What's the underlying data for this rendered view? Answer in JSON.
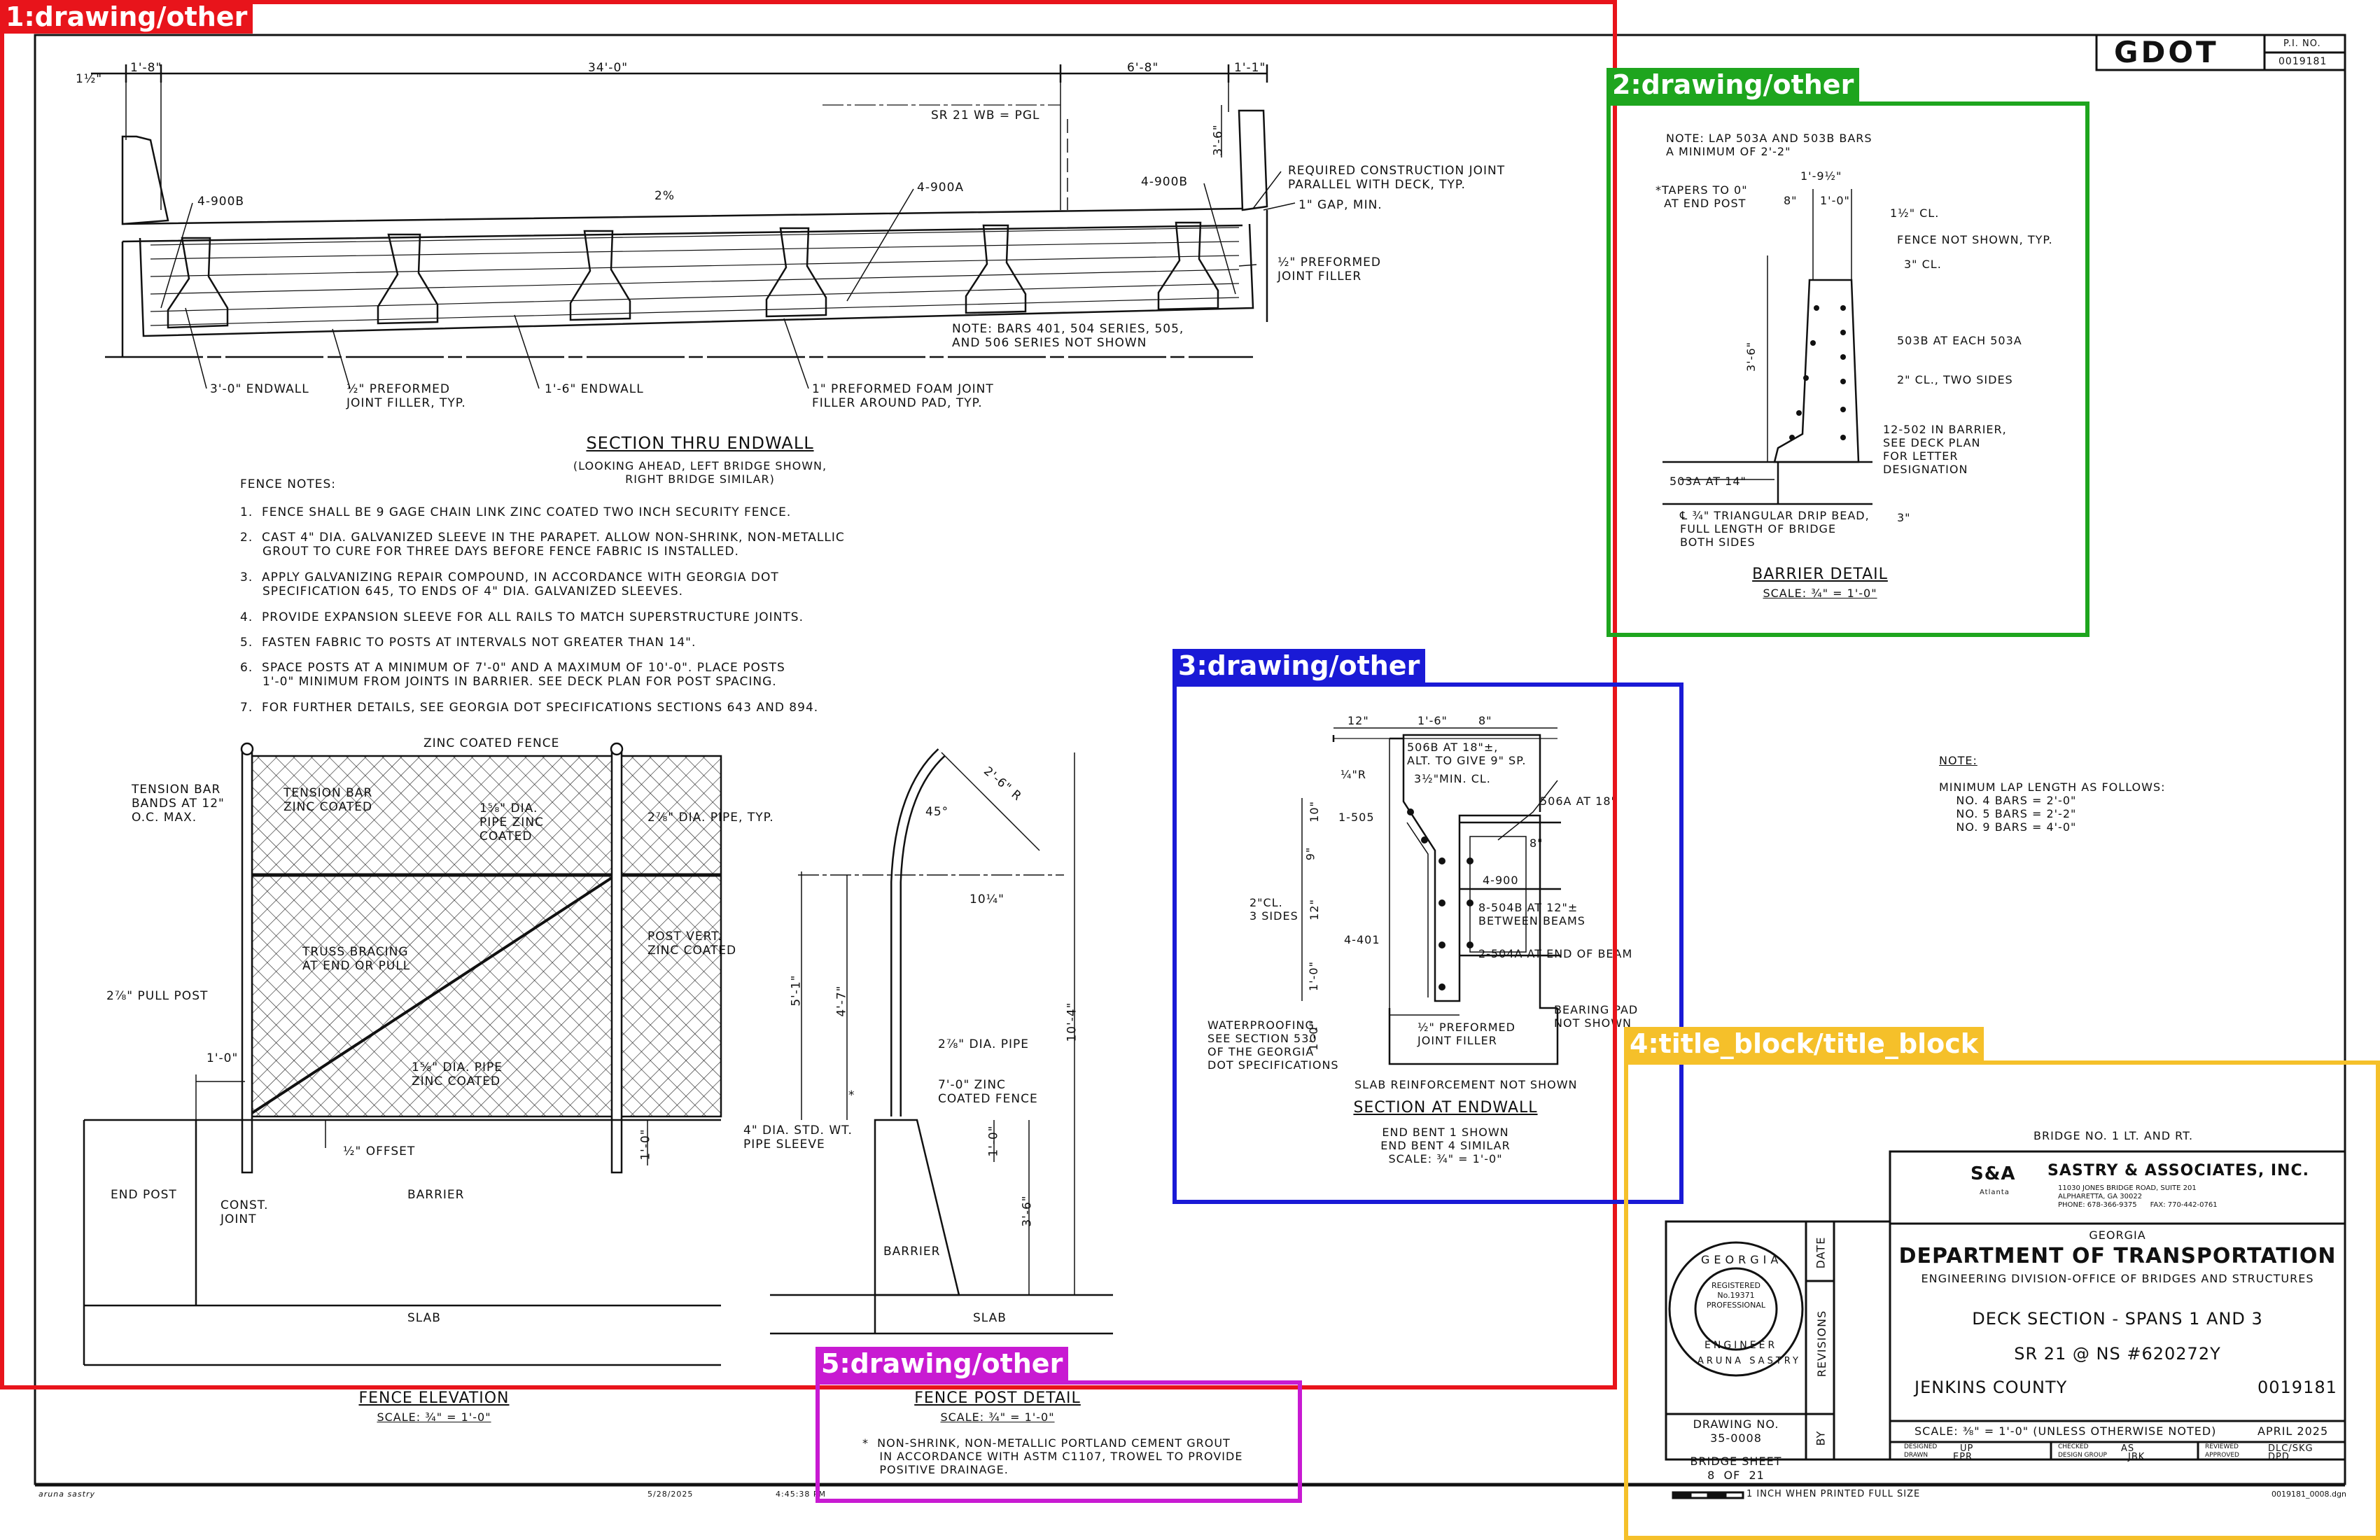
{
  "header": {
    "logo": "GDOT",
    "pi_label": "P.I. NO.",
    "pi_number": "0019181"
  },
  "section_endwall": {
    "dims": [
      "1½\"",
      "1'-8\"",
      "34'-0\"",
      "6'-8\"",
      "1'-1\""
    ],
    "pgl": "SR 21 WB = PGL",
    "slope": "2%",
    "labels": [
      "4-900B",
      "4-900A",
      "4-900B",
      "3'-6\"",
      "REQUIRED CONSTRUCTION JOINT\nPARALLEL WITH DECK, TYP.",
      "1\" GAP, MIN.",
      "½\" PREFORMED\nJOINT FILLER",
      "NOTE: BARS 401, 504 SERIES, 505,\nAND 506 SERIES NOT SHOWN",
      "3'-0\" ENDWALL",
      "½\" PREFORMED\nJOINT FILLER, TYP.",
      "1'-6\" ENDWALL",
      "1\" PREFORMED FOAM JOINT\nFILLER AROUND PAD, TYP."
    ],
    "title": "SECTION THRU ENDWALL",
    "subtitle": "(LOOKING AHEAD, LEFT BRIDGE SHOWN,\nRIGHT BRIDGE SIMILAR)"
  },
  "fence_notes": {
    "heading": "FENCE NOTES:",
    "items": [
      "1.  FENCE SHALL BE 9 GAGE CHAIN LINK ZINC COATED TWO INCH SECURITY FENCE.",
      "2.  CAST 4\" DIA. GALVANIZED SLEEVE IN THE PARAPET. ALLOW NON-SHRINK, NON-METALLIC\n     GROUT TO CURE FOR THREE DAYS BEFORE FENCE FABRIC IS INSTALLED.",
      "3.  APPLY GALVANIZING REPAIR COMPOUND, IN ACCORDANCE WITH GEORGIA DOT\n     SPECIFICATION 645, TO ENDS OF 4\" DIA. GALVANIZED SLEEVES.",
      "4.  PROVIDE EXPANSION SLEEVE FOR ALL RAILS TO MATCH SUPERSTRUCTURE JOINTS.",
      "5.  FASTEN FABRIC TO POSTS AT INTERVALS NOT GREATER THAN 14\".",
      "6.  SPACE POSTS AT A MINIMUM OF 7'-0\" AND A MAXIMUM OF 10'-0\". PLACE POSTS\n     1'-0\" MINIMUM FROM JOINTS IN BARRIER. SEE DECK PLAN FOR POST SPACING.",
      "7.  FOR FURTHER DETAILS, SEE GEORGIA DOT SPECIFICATIONS SECTIONS 643 AND 894."
    ]
  },
  "fence_elevation": {
    "labels": [
      "ZINC COATED FENCE",
      "TENSION BAR\nBANDS AT 12\"\nO.C. MAX.",
      "TENSION BAR\nZINC COATED",
      "1⅝\" DIA.\nPIPE ZINC\nCOATED",
      "2⅞\" DIA. PIPE, TYP.",
      "TRUSS BRACING\nAT END OR PULL",
      "POST VERT.\nZINC COATED",
      "2⅞\" PULL POST",
      "1⅝\" DIA. PIPE\nZINC COATED",
      "1'-0\"",
      "½\" OFFSET",
      "1'-0\"",
      "END POST",
      "CONST.\nJOINT",
      "BARRIER",
      "SLAB"
    ],
    "title": "FENCE ELEVATION",
    "scale": "SCALE: ¾\" = 1'-0\""
  },
  "fence_post": {
    "labels": [
      "2'-6\" R",
      "45°",
      "10¼\"",
      "5'-1\"",
      "4'-7\"",
      "10'-4\"",
      "2⅞\" DIA. PIPE",
      "7'-0\" ZINC\nCOATED FENCE",
      "4\" DIA. STD. WT.\nPIPE SLEEVE",
      "1'-0\"",
      "3'-6\"",
      "BARRIER",
      "SLAB",
      "*"
    ],
    "title": "FENCE POST DETAIL",
    "scale": "SCALE: ¾\" = 1'-0\"",
    "note": "*  NON-SHRINK, NON-METALLIC PORTLAND CEMENT GROUT\n    IN ACCORDANCE WITH ASTM C1107, TROWEL TO PROVIDE\n    POSITIVE DRAINAGE."
  },
  "barrier_detail": {
    "note": "NOTE: LAP 503A AND 503B BARS\nA MINIMUM OF 2'-2\"",
    "labels": [
      "1'-9½\"",
      "*TAPERS TO 0\"\n  AT END POST",
      "8\"",
      "1'-0\"",
      "1½\" CL.",
      "FENCE NOT SHOWN, TYP.",
      "3\" CL.",
      "503B AT EACH 503A",
      "3'-6\"",
      "2\" CL., TWO SIDES",
      "12-502 IN BARRIER,\nSEE DECK PLAN\nFOR LETTER\nDESIGNATION",
      "503A AT 14\"",
      "℄ ¾\" TRIANGULAR DRIP BEAD,\nFULL LENGTH OF BRIDGE\nBOTH SIDES",
      "3\""
    ],
    "title": "BARRIER DETAIL",
    "scale": "SCALE: ¾\" = 1'-0\""
  },
  "section_at_endwall": {
    "labels": [
      "12\"",
      "1'-6\"",
      "8\"",
      "506B AT 18\"±,\nALT. TO GIVE 9\" SP.",
      "¼\"R",
      "3½\"MIN. CL.",
      "506A AT 18\"",
      "10\"",
      "1-505",
      "8\"",
      "9\"",
      "4-900",
      "2\"CL.\n3 SIDES",
      "12\"",
      "8-504B AT 12\"±\nBETWEEN BEAMS",
      "4-401",
      "2-504A AT END OF BEAM",
      "1'-0\"",
      "BEARING PAD\nNOT SHOWN",
      "1'-0\"",
      "WATERPROOFING,\nSEE SECTION 530\nOF THE GEORGIA\nDOT SPECIFICATIONS",
      "½\" PREFORMED\nJOINT FILLER",
      "SLAB REINFORCEMENT NOT SHOWN"
    ],
    "title": "SECTION AT ENDWALL",
    "subtitle": "END BENT 1 SHOWN\nEND BENT 4 SIMILAR\nSCALE: ¾\" = 1'-0\""
  },
  "lap_note": {
    "heading": "NOTE:",
    "body": "MINIMUM LAP LENGTH AS FOLLOWS:\n    NO. 4 BARS = 2'-0\"\n    NO. 5 BARS = 2'-2\"\n    NO. 9 BARS = 4'-0\""
  },
  "title_block": {
    "bridge_no": "BRIDGE NO. 1 LT. AND RT.",
    "firm_logo": "S&A",
    "firm_logo_sub": "Atlanta",
    "firm_name": "SASTRY & ASSOCIATES, INC.",
    "firm_address": "11030 JONES BRIDGE ROAD, SUITE 201\nALPHARETTA, GA 30022\nPHONE: 678-366-9375      FAX: 770-442-0761",
    "seal_top": "GEORGIA",
    "seal_mid": "REGISTERED\nNo.19371\nPROFESSIONAL",
    "seal_bottom": "ENGINEER",
    "seal_name": "ARUNA SASTRY",
    "date_label": "DATE",
    "revisions_label": "REVISIONS",
    "by_label": "BY",
    "state": "GEORGIA",
    "dept": "DEPARTMENT OF TRANSPORTATION",
    "division": "ENGINEERING DIVISION-OFFICE OF BRIDGES AND STRUCTURES",
    "sheet_title": "DECK SECTION - SPANS 1 AND 3",
    "route": "SR 21 @ NS #620272Y",
    "county": "JENKINS COUNTY",
    "project": "0019181",
    "scale_line": "SCALE: ⅜\" = 1'-0\" (UNLESS OTHERWISE NOTED)",
    "date": "APRIL 2025",
    "drawing_no_label": "DRAWING NO.",
    "drawing_no": "35-0008",
    "bridge_sheet_label": "BRIDGE SHEET",
    "bridge_sheet": "8  OF  21",
    "designed_label": "DESIGNED",
    "designed": "UP",
    "checked_label": "CHECKED",
    "checked": "AS",
    "reviewed_label": "REVIEWED",
    "reviewed": "DLC/SKG",
    "drawn_label": "DRAWN",
    "drawn": "EPR",
    "design_group_label": "DESIGN GROUP",
    "design_group": "JBK",
    "approved_label": "APPROVED",
    "approved": "DPD",
    "print_note": "1 INCH WHEN PRINTED FULL SIZE",
    "file_name": "0019181_0008.dgn"
  },
  "footer": {
    "user": "aruna sastry",
    "date": "5/28/2025",
    "time": "4:45:38 PM"
  },
  "annotations": [
    {
      "label": "1:drawing/other",
      "color": "#e8141b"
    },
    {
      "label": "2:drawing/other",
      "color": "#1ea51e"
    },
    {
      "label": "3:drawing/other",
      "color": "#1a1ad6"
    },
    {
      "label": "4:title_block/title_block",
      "color": "#f5c02a"
    },
    {
      "label": "5:drawing/other",
      "color": "#c81ad2"
    }
  ]
}
